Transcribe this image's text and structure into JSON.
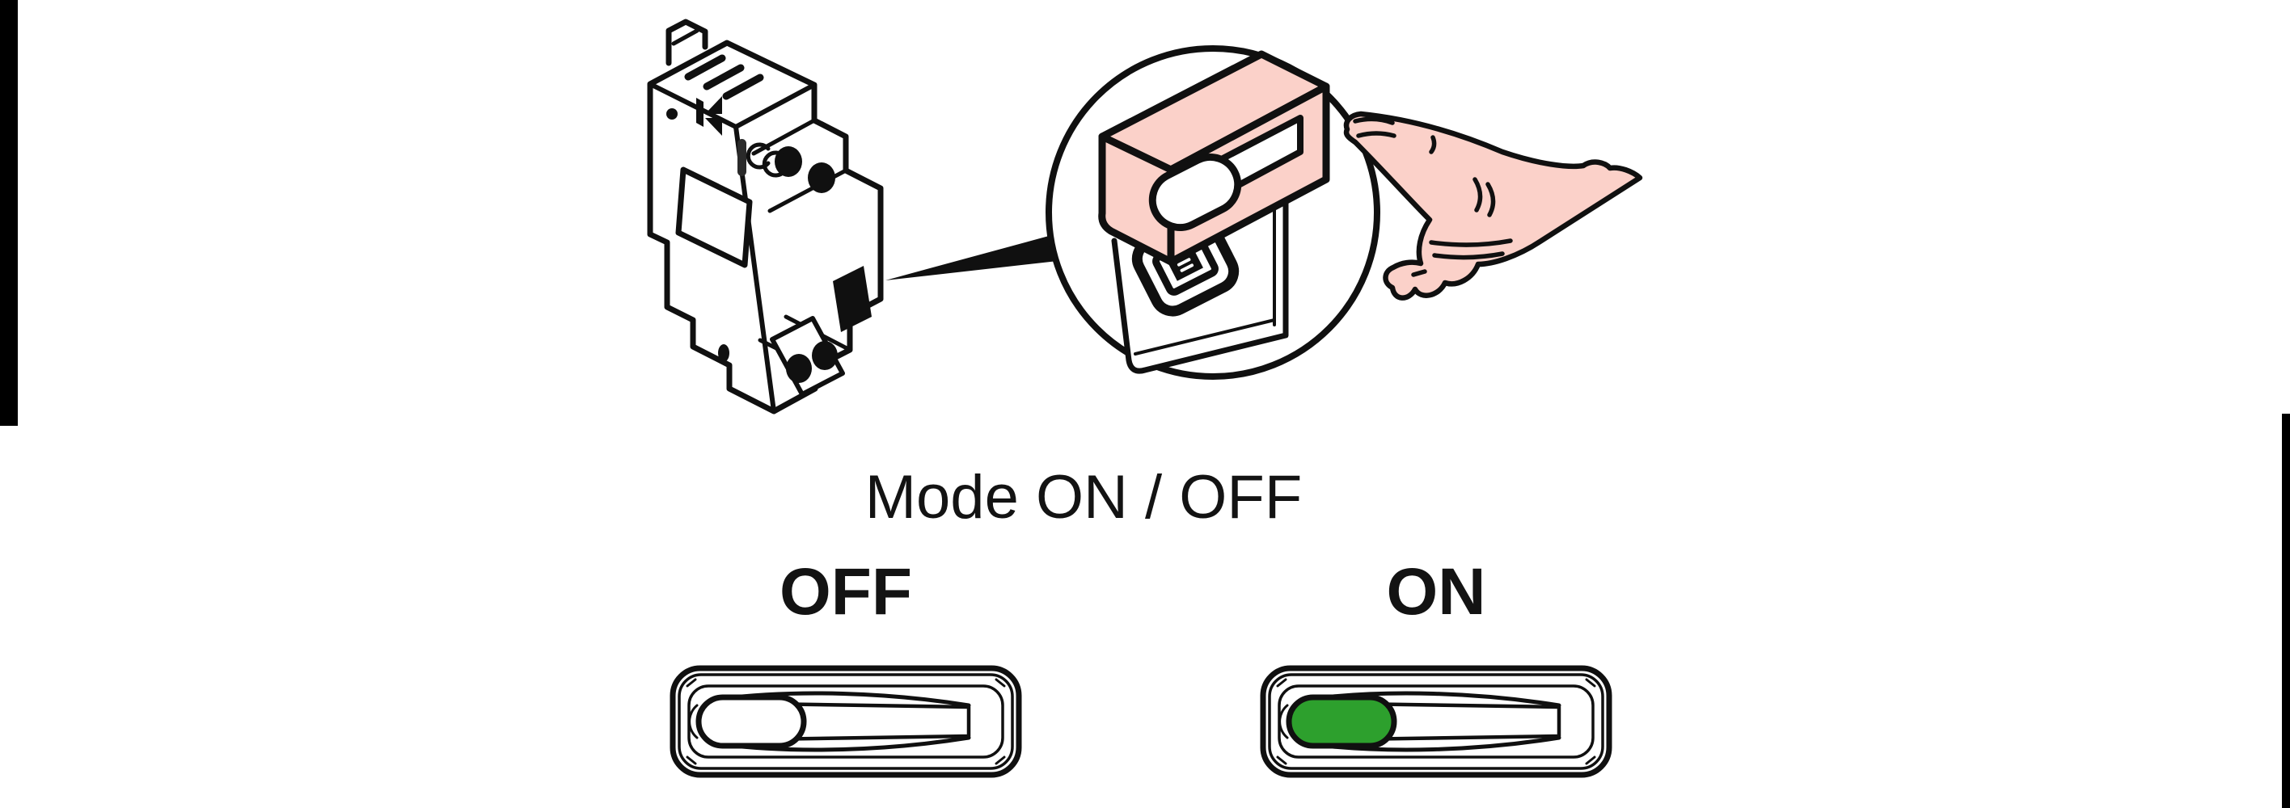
{
  "heading": {
    "text": "Mode ON / OFF"
  },
  "switches": [
    {
      "label": "OFF",
      "state": "off",
      "knob_fill": "#ffffff"
    },
    {
      "label": "ON",
      "state": "on",
      "knob_fill": "#2da02d"
    }
  ],
  "illustration": {
    "device_icon": "din-rail-module",
    "callout_icon": "magnifier-circle",
    "button_icon": "mode-button",
    "port_icon": "config-port",
    "hand_icon": "pointing-hand"
  },
  "colors": {
    "ink": "#101010",
    "highlight_pink": "#fbd1c9",
    "on_green": "#2da02d",
    "background": "#ffffff"
  }
}
